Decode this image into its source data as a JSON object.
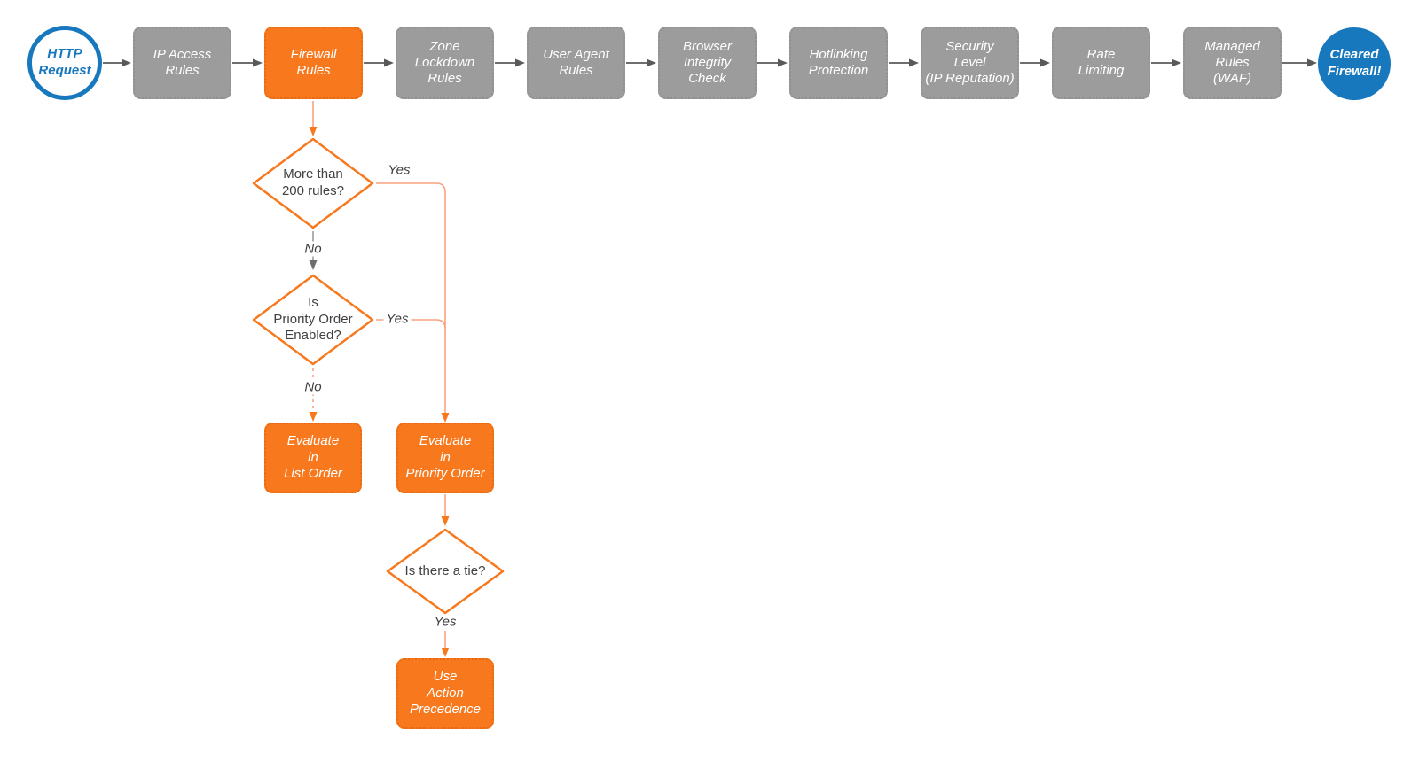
{
  "colors": {
    "orange": "#F7781D",
    "orange_light_line": "#F9A27E",
    "gray_node_fill": "#9C9C9C",
    "gray_node_border": "#8F8F8F",
    "dark_arrow": "#58595B",
    "mid_gray_line": "#9B9B9B",
    "blue": "#1878BE",
    "text_dark": "#3F3F3F",
    "node_text": "#FFFFFF"
  },
  "flow": {
    "start": {
      "label": "HTTP\nRequest"
    },
    "stages": [
      {
        "label": "IP Access\nRules",
        "variant": "gray"
      },
      {
        "label": "Firewall\nRules",
        "variant": "orange"
      },
      {
        "label": "Zone\nLockdown\nRules",
        "variant": "gray"
      },
      {
        "label": "User Agent\nRules",
        "variant": "gray"
      },
      {
        "label": "Browser\nIntegrity\nCheck",
        "variant": "gray"
      },
      {
        "label": "Hotlinking\nProtection",
        "variant": "gray"
      },
      {
        "label": "Security\nLevel\n(IP Reputation)",
        "variant": "gray"
      },
      {
        "label": "Rate\nLimiting",
        "variant": "gray"
      },
      {
        "label": "Managed\nRules\n(WAF)",
        "variant": "gray"
      }
    ],
    "end": {
      "label": "Cleared\nFirewall!"
    },
    "decisions": [
      {
        "label": "More than\n200 rules?"
      },
      {
        "label": "Is\nPriority Order\nEnabled?"
      },
      {
        "label": "Is there a tie?"
      }
    ],
    "processes": [
      {
        "label": "Evaluate\nin\nList Order"
      },
      {
        "label": "Evaluate\nin\nPriority Order"
      },
      {
        "label": "Use\nAction\nPrecedence"
      }
    ],
    "edge_labels": {
      "yes1": "Yes",
      "no1": "No",
      "yes2": "Yes",
      "no2": "No",
      "yes3": "Yes"
    }
  }
}
